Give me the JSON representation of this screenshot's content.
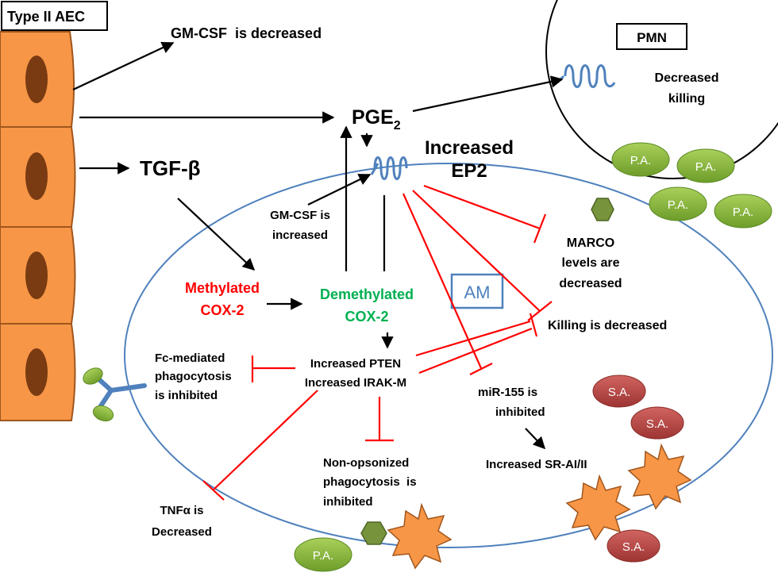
{
  "labels": {
    "aec": "Type II AEC",
    "pmn": "PMN",
    "am": "AM",
    "gmcsf_dec": "GM-CSF  is decreased",
    "pge": "PGE",
    "pge_sub": "2",
    "tgf": "TGF-β",
    "increased_ep2_1": "Increased",
    "increased_ep2_2": "EP2",
    "gmcsf_inc_1": "GM-CSF is",
    "gmcsf_inc_2": "increased",
    "methylated_1": "Methylated",
    "methylated_2": "COX-2",
    "demethylated_1": "Demethylated",
    "demethylated_2": "COX-2",
    "pten": "Increased PTEN",
    "irak": "Increased IRAK-M",
    "marco_1": "MARCO",
    "marco_2": "levels are",
    "marco_3": "decreased",
    "killing_dec": "Killing is decreased",
    "fc_1": "Fc-mediated",
    "fc_2": "phagocytosis",
    "fc_3": "is inhibited",
    "mir_1": "miR-155 is",
    "mir_2": "inhibited",
    "sr": "Increased SR-AI/II",
    "nonops_1": "Non-opsonized",
    "nonops_2": "phagocytosis  is",
    "nonops_3": "inhibited",
    "tnf_1": "TNFα is",
    "tnf_2": "Decreased",
    "pmn_kill_1": "Decreased",
    "pmn_kill_2": "killing",
    "pa": "P.A.",
    "sa": "S.A."
  },
  "colors": {
    "cell_fill": "#f79646",
    "cell_stroke": "#a0561e",
    "nucleus": "#7a3b12",
    "membrane": "#4f81bd",
    "receptor": "#4f81bd",
    "inhibit": "#ff0000",
    "methylated_text": "#ff0000",
    "demethylated_text": "#00b050",
    "am_text": "#4f81bd",
    "pa_fill": "#8cbd3f",
    "sa_fill": "#c0504d",
    "star_fill": "#f79646",
    "hexagon_fill": "#77933c"
  }
}
